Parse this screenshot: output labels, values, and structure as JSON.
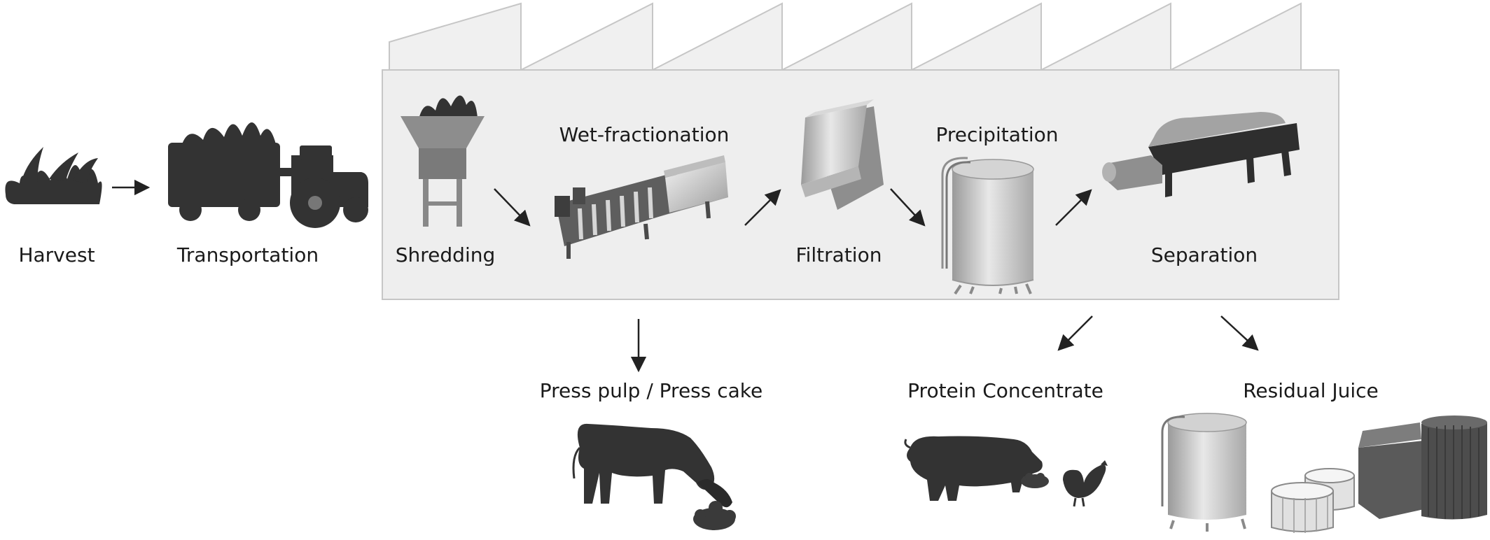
{
  "steps": {
    "harvest": "Harvest",
    "transportation": "Transportation",
    "shredding": "Shredding",
    "wet_fractionation": "Wet-fractionation",
    "filtration": "Filtration",
    "precipitation": "Precipitation",
    "separation": "Separation"
  },
  "products": {
    "press_pulp": "Press pulp / Press cake",
    "protein_concentrate": "Protein Concentrate",
    "residual_juice": "Residual Juice"
  },
  "colors": {
    "silhouette": "#333333",
    "factory_fill": "#efefef",
    "factory_stroke": "#c8c8c8",
    "arrow": "#222222"
  }
}
